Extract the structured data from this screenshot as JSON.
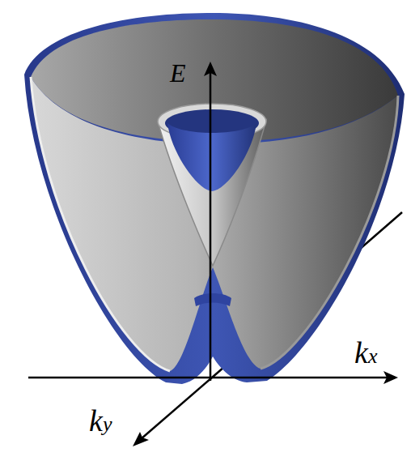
{
  "diagram": {
    "labels": [
      "E",
      "kx",
      "ky"
    ]
  }
}
